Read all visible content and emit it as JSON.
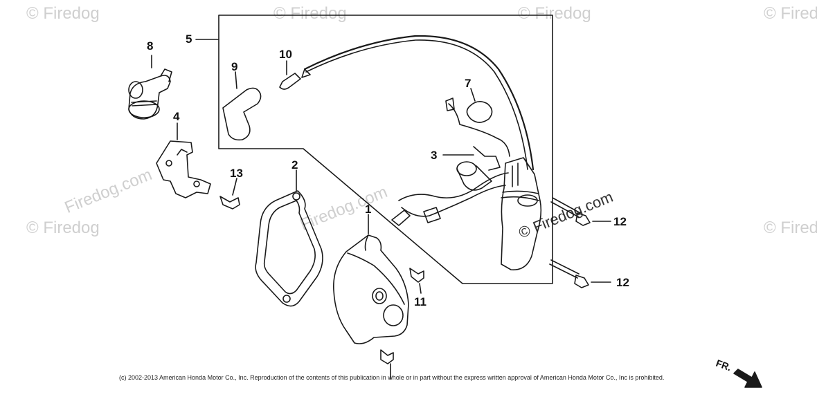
{
  "watermarks": {
    "site_mark": "© Firedog",
    "site_url": "Firedog.com",
    "site_url_copyright": "© Firedog.com"
  },
  "callouts": {
    "p1": "1",
    "p2": "2",
    "p3": "3",
    "p4": "4",
    "p5": "5",
    "p7": "7",
    "p8": "8",
    "p9": "9",
    "p10": "10",
    "p11": "11",
    "p12": "12",
    "p13": "13"
  },
  "direction_label": "FR.",
  "copyright": "(c) 2002-2013 American Honda Motor Co., Inc. Reproduction of the contents of this publication in whole or in part without the express written approval of American Honda Motor Co., Inc is prohibited.",
  "colors": {
    "line": "#1a1a1a",
    "watermark": "#cfcfcf",
    "background": "#ffffff"
  }
}
